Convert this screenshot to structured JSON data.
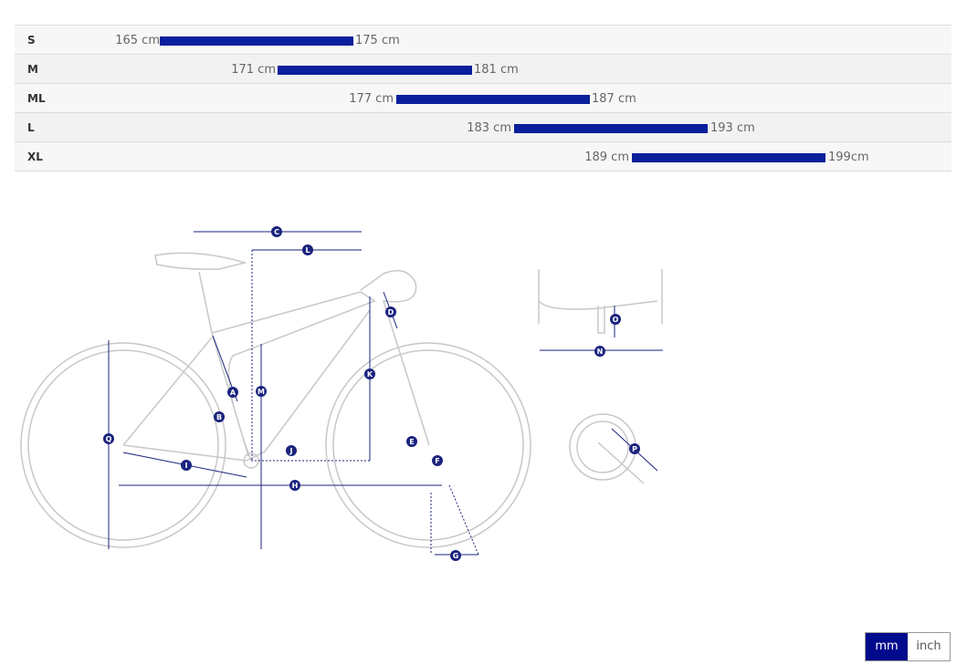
{
  "sizes": [
    {
      "size": "S",
      "min": "165 cm",
      "max": "175 cm"
    },
    {
      "size": "M",
      "min": "171 cm",
      "max": "181 cm"
    },
    {
      "size": "ML",
      "min": "177 cm",
      "max": "187 cm"
    },
    {
      "size": "L",
      "min": "183 cm",
      "max": "193 cm"
    },
    {
      "size": "XL",
      "min": "189 cm",
      "max": "199cm"
    }
  ],
  "markers": {
    "A": "A",
    "B": "B",
    "C": "C",
    "D": "D",
    "E": "E",
    "F": "F",
    "G": "G",
    "H": "H",
    "I": "I",
    "J": "J",
    "K": "K",
    "L": "L",
    "M": "M",
    "N": "N",
    "O": "O",
    "P": "P",
    "Q": "Q"
  },
  "units": {
    "mm": "mm",
    "inch": "inch",
    "selected": "mm"
  },
  "colors": {
    "accent": "#0a1f9c",
    "dim": "#1a237e"
  }
}
